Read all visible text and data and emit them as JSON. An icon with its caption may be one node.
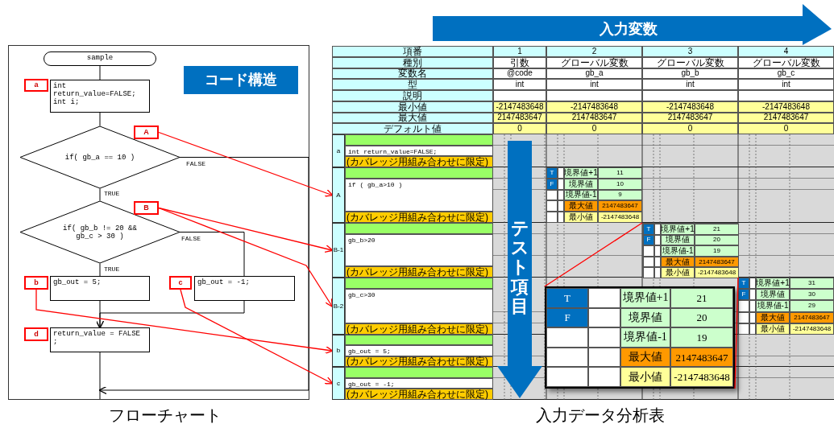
{
  "diagram": {
    "nodes": [
      {
        "text": [
          "sample"
        ]
      },
      {
        "text": [
          "int return_value=FALSE; int i;"
        ]
      },
      {
        "text": [
          "a"
        ]
      },
      {
        "text": [
          "if( gb_a == 10 )"
        ]
      },
      {
        "text": [
          "A"
        ]
      },
      {
        "text": [
          "if( gb_b != 20 && gb_c > 30 )"
        ]
      },
      {
        "text": [
          "B"
        ]
      },
      {
        "text": [
          "gb_out = 5;"
        ]
      },
      {
        "text": [
          "b"
        ]
      },
      {
        "text": [
          "gb_out = -1;"
        ]
      },
      {
        "text": [
          "c"
        ]
      },
      {
        "text": [
          "return_value = FALSE ;"
        ]
      },
      {
        "text": [
          "d"
        ]
      },
      {
        "text": [
          "a"
        ]
      },
      {
        "text": [
          "A"
        ]
      },
      {
        "text": [
          "B-1"
        ]
      },
      {
        "text": [
          "B-2"
        ]
      },
      {
        "text": [
          "b"
        ]
      },
      {
        "text": [
          "c"
        ]
      },
      {
        "text": [],
        "shape": "box"
      },
      {
        "text": [],
        "shape": "box"
      }
    ],
    "edges": [
      {
        "from": 0,
        "to": 1,
        "arrow": "none"
      },
      {
        "from": 1,
        "to": 3,
        "arrow": "none"
      },
      {
        "from": 3,
        "to": 5,
        "arrow": "none",
        "label": "TRUE"
      },
      {
        "from": 5,
        "to": 7,
        "arrow": "none",
        "label": "TRUE"
      },
      {
        "from": 5,
        "to": 9,
        "arrow": "none",
        "label": "FALSE"
      },
      {
        "from": 7,
        "to": 11,
        "arrow": "none"
      },
      {
        "from": 9,
        "to": 11,
        "arrow": "to"
      },
      {
        "from": 11,
        "to": null,
        "arrow": "none"
      },
      {
        "from": 3,
        "to": null,
        "arrow": "to",
        "label": "FALSE"
      },
      {
        "from": 4,
        "to": 14,
        "arrow": "to",
        "color": "#ff0000"
      },
      {
        "from": 6,
        "to": 15,
        "arrow": "to",
        "color": "#ff0000"
      },
      {
        "from": 6,
        "to": 16,
        "arrow": "to",
        "color": "#ff0000"
      },
      {
        "from": 8,
        "to": 17,
        "arrow": "to",
        "color": "#ff0000"
      },
      {
        "from": 10,
        "to": 18,
        "arrow": "to",
        "color": "#ff0000"
      },
      {
        "from": 19,
        "to": 20,
        "arrow": "none",
        "color": "#ff0000"
      },
      {
        "from": 19,
        "to": 20,
        "arrow": "none",
        "color": "#ff0000"
      }
    ],
    "labels": [
      "コード構造",
      "入力変数",
      "項番",
      "1",
      "2",
      "3",
      "4",
      "種別",
      "引数",
      "グローバル変数",
      "グローバル変数",
      "グローバル変数",
      "変数名",
      "@code",
      "gb_a",
      "gb_b",
      "gb_c",
      "型",
      "int",
      "int",
      "int",
      "int",
      "説明",
      "最小値",
      "-2147483648",
      "-2147483648",
      "-2147483648",
      "-2147483648",
      "最大値",
      "2147483647",
      "2147483647",
      "2147483647",
      "2147483647",
      "デフォルト値",
      "0",
      "0",
      "0",
      "0",
      "int return_value=FALSE;",
      "(カバレッジ用組み合わせに限定)",
      "if ( gb_a>10 )",
      "(カバレッジ用組み合わせに限定)",
      "gb_b>20",
      "(カバレッジ用組み合わせに限定)",
      "gb_c>30",
      "(カバレッジ用組み合わせに限定)",
      "gb_out = 5;",
      "(カバレッジ用組み合わせに限定)",
      "gb_out = -1;",
      "(カバレッジ用組み合わせに限定)",
      "テスト項目",
      "T",
      "境界値+1",
      "11",
      "F",
      "境界値",
      "10",
      "境界値-1",
      "9",
      "最大値",
      "2147483647",
      "最小値",
      "-2147483648",
      "T",
      "境界値+1",
      "21",
      "F",
      "境界値",
      "20",
      "境界値-1",
      "19",
      "最大値",
      "2147483647",
      "最小値",
      "-2147483648",
      "T",
      "境界値+1",
      "31",
      "F",
      "境界値",
      "30",
      "境界値-1",
      "29",
      "最大値",
      "2147483647",
      "最小値",
      "-2147483648",
      "T",
      "境界値+1",
      "21",
      "F",
      "境界値",
      "20",
      "境界値-1",
      "19",
      "最大値",
      "2147483647",
      "最小値",
      "-2147483648",
      "フローチャート",
      "入力データ分析表"
    ]
  }
}
